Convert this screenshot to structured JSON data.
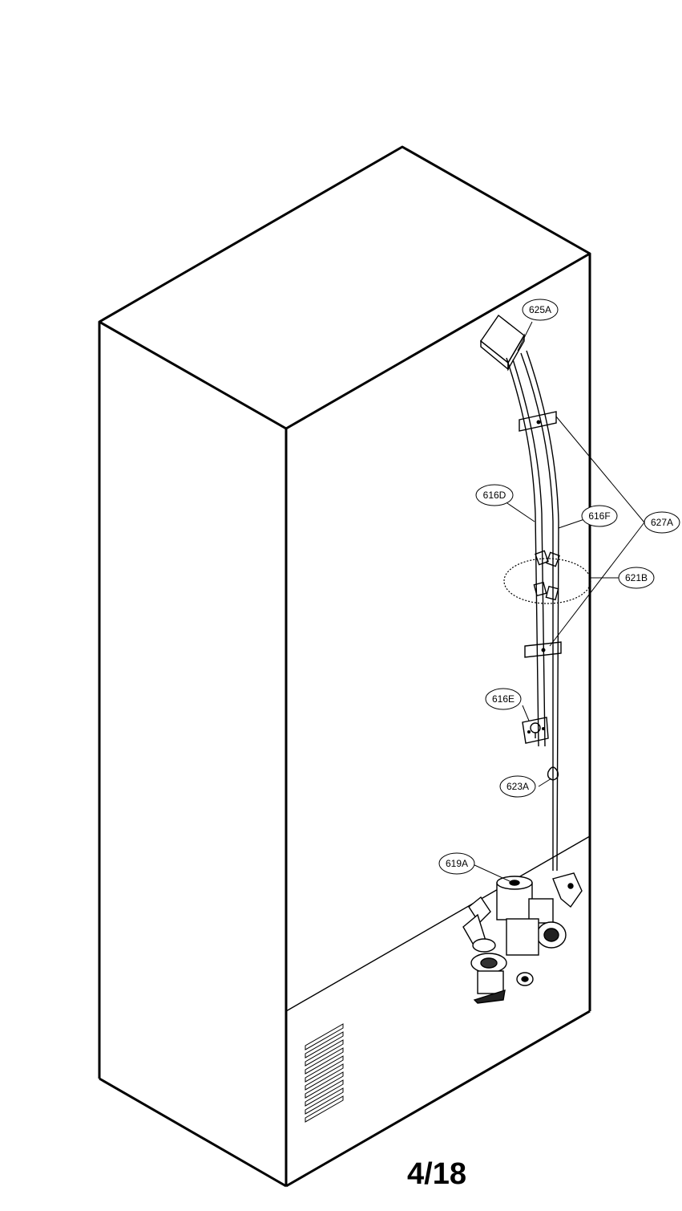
{
  "callouts": {
    "c625A": "625A",
    "c616D": "616D",
    "c616F": "616F",
    "c627A": "627A",
    "c621B": "621B",
    "c616E": "616E",
    "c623A": "623A",
    "c619A": "619A"
  },
  "page_number": "4/18"
}
